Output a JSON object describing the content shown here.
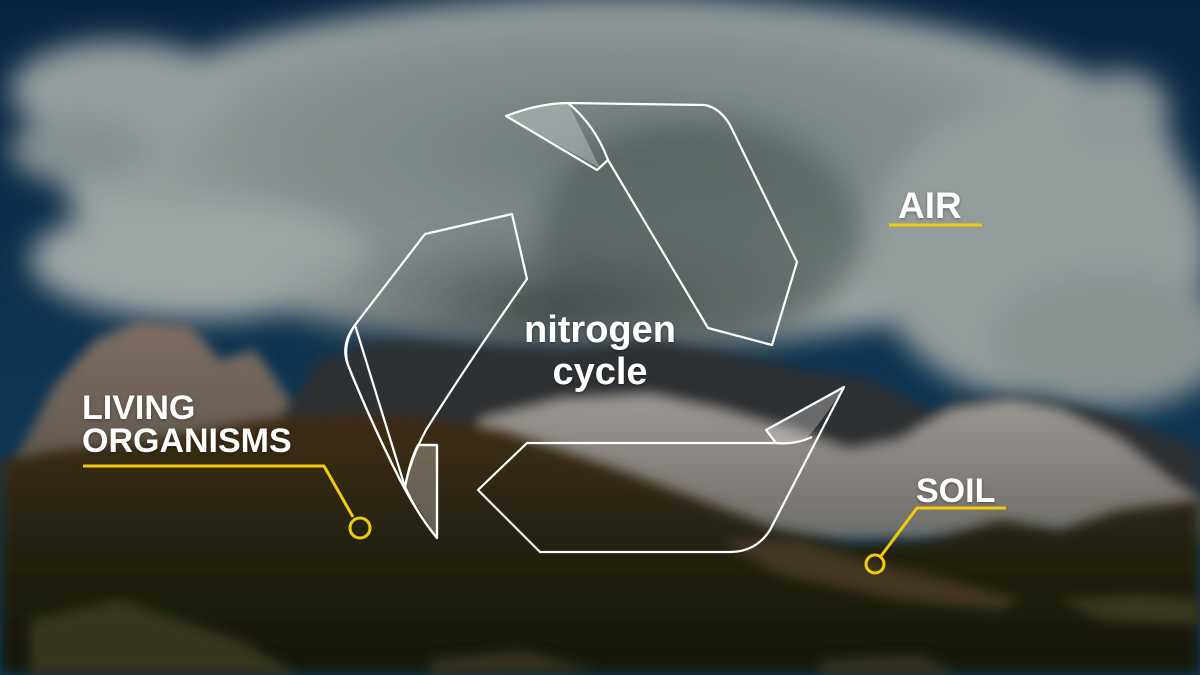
{
  "diagram": {
    "title": "nitrogen cycle",
    "center_label": {
      "line1": "nitrogen",
      "line2": "cycle"
    },
    "nodes": [
      {
        "id": "air",
        "label": "AIR"
      },
      {
        "id": "soil",
        "label": "SOIL"
      },
      {
        "id": "living",
        "label_line1": "LIVING",
        "label_line2": "ORGANISMS"
      }
    ],
    "arrows": [
      {
        "from": "living",
        "to": "air"
      },
      {
        "from": "air",
        "to": "soil"
      },
      {
        "from": "soil",
        "to": "living"
      }
    ],
    "colors": {
      "accent_yellow": "#f2cc0c",
      "arrow_outline": "#ffffff",
      "sky": "#0e3557",
      "cloud": "#b9c4c4",
      "forest": "#2a2a14"
    }
  }
}
